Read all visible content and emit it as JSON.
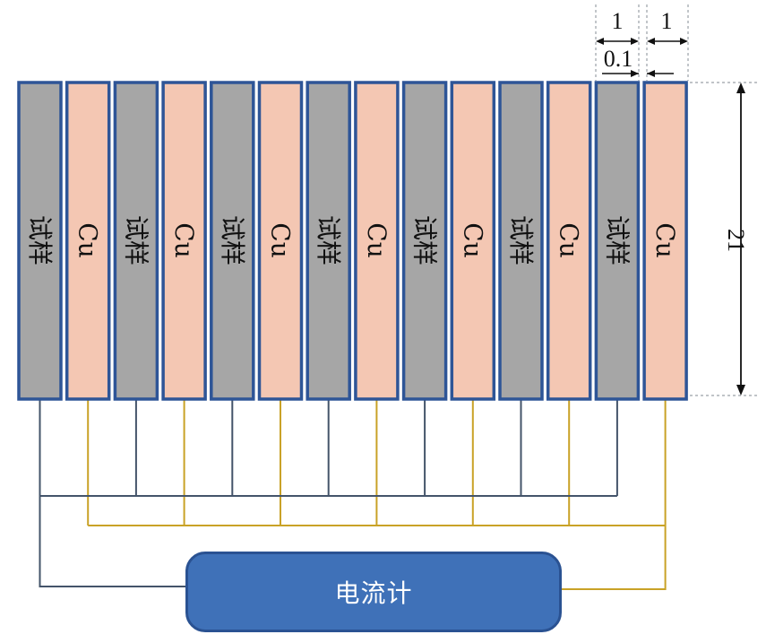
{
  "plates": [
    {
      "label": "试样",
      "type": "sample"
    },
    {
      "label": "Cu",
      "type": "cu"
    },
    {
      "label": "试样",
      "type": "sample"
    },
    {
      "label": "Cu",
      "type": "cu"
    },
    {
      "label": "试样",
      "type": "sample"
    },
    {
      "label": "Cu",
      "type": "cu"
    },
    {
      "label": "试样",
      "type": "sample"
    },
    {
      "label": "Cu",
      "type": "cu"
    },
    {
      "label": "试样",
      "type": "sample"
    },
    {
      "label": "Cu",
      "type": "cu"
    },
    {
      "label": "试样",
      "type": "sample"
    },
    {
      "label": "Cu",
      "type": "cu"
    },
    {
      "label": "试样",
      "type": "sample"
    },
    {
      "label": "Cu",
      "type": "cu"
    }
  ],
  "dimensions": {
    "plate_width_1": "1",
    "plate_width_2": "1",
    "gap": "0.1",
    "height": "21"
  },
  "meter": {
    "label": "电流计"
  },
  "colors": {
    "sample_fill": "#a6a6a6",
    "cu_fill": "#f4c7b3",
    "plate_border": "#2e5597",
    "sample_wire": "#44546a",
    "cu_wire": "#c9a227",
    "meter_fill": "#3f71b8"
  }
}
